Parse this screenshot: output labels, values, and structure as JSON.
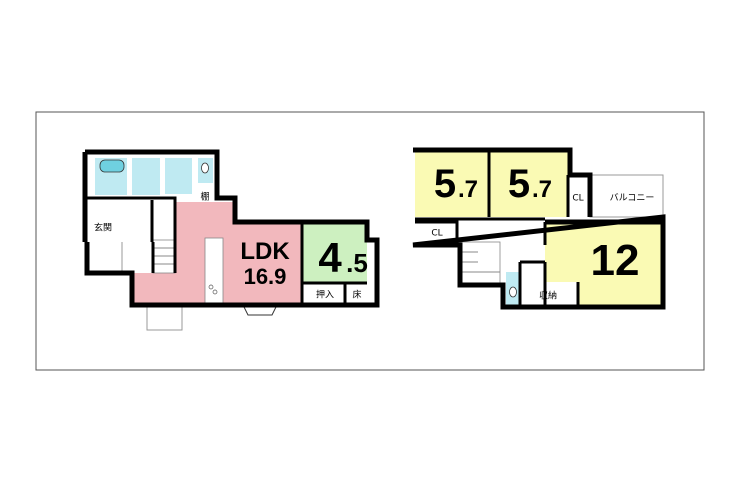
{
  "floor1": {
    "rooms": {
      "entrance": "玄関",
      "shelf": "棚",
      "ldk_name": "LDK",
      "ldk_size": "16.9",
      "tatami_int": "4",
      "tatami_frac": ".5",
      "closet": "押入",
      "alcove": "床"
    }
  },
  "floor2": {
    "rooms": {
      "bedroom1_int": "5",
      "bedroom1_frac": ".7",
      "bedroom2_int": "5",
      "bedroom2_frac": ".7",
      "closet_left": "CL",
      "closet_right": "CL",
      "balcony": "バルコニー",
      "master_size": "12",
      "storage": "収納"
    }
  },
  "colors": {
    "ldk": "#f2b8bd",
    "tatami": "#cdf0c0",
    "wet": "#bfeaf2",
    "bedroom": "#fafab4"
  }
}
